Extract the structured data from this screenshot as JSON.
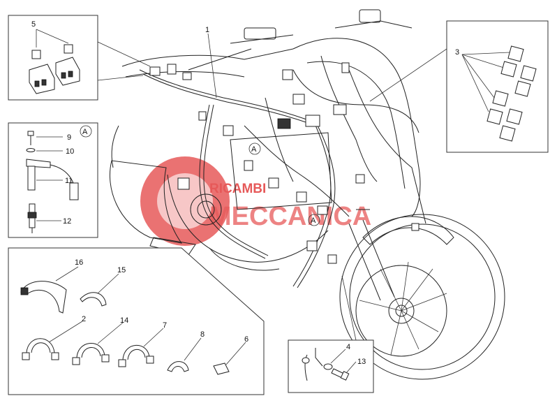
{
  "labels": {
    "l1": "1",
    "l2": "2",
    "l3": "3",
    "l4": "4",
    "l5": "5",
    "l6": "6",
    "l7": "7",
    "l8": "8",
    "l9": "9",
    "l10": "10",
    "l11": "11",
    "l12": "12",
    "l13": "13",
    "l14": "14",
    "l15": "15",
    "l16": "16"
  },
  "detail_marker": "A",
  "watermark": {
    "line1": "RICAMBI",
    "line2": "MECCANICA",
    "color": "#e03030"
  }
}
